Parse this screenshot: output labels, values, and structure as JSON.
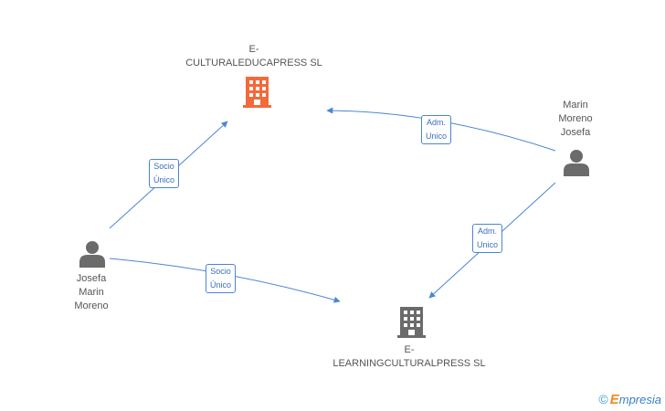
{
  "nodes": {
    "company_main": {
      "line1": "E-",
      "line2": "CULTURALEDUCAPRESS SL",
      "icon": "building-icon",
      "color": "#f26a3a"
    },
    "company_second": {
      "line1": "E-",
      "line2": "LEARNINGCULTURALPRESS SL",
      "icon": "building-icon",
      "color": "#6b6b6b"
    },
    "person_josefa": {
      "line1": "Josefa",
      "line2": "Marin",
      "line3": "Moreno",
      "icon": "person-icon"
    },
    "person_marin": {
      "line1": "Marin",
      "line2": "Moreno",
      "line3": "Josefa",
      "icon": "person-icon"
    }
  },
  "edges": {
    "josefa_to_main": {
      "line1": "Socio",
      "line2": "Único"
    },
    "josefa_to_second": {
      "line1": "Socio",
      "line2": "Único"
    },
    "marin_to_main": {
      "line1": "Adm.",
      "line2": "Unico"
    },
    "marin_to_second": {
      "line1": "Adm.",
      "line2": "Unico"
    }
  },
  "edge_color": "#4a86d4",
  "footer": {
    "copyright": "©",
    "brand_initial": "E",
    "brand_rest": "mpresia"
  }
}
